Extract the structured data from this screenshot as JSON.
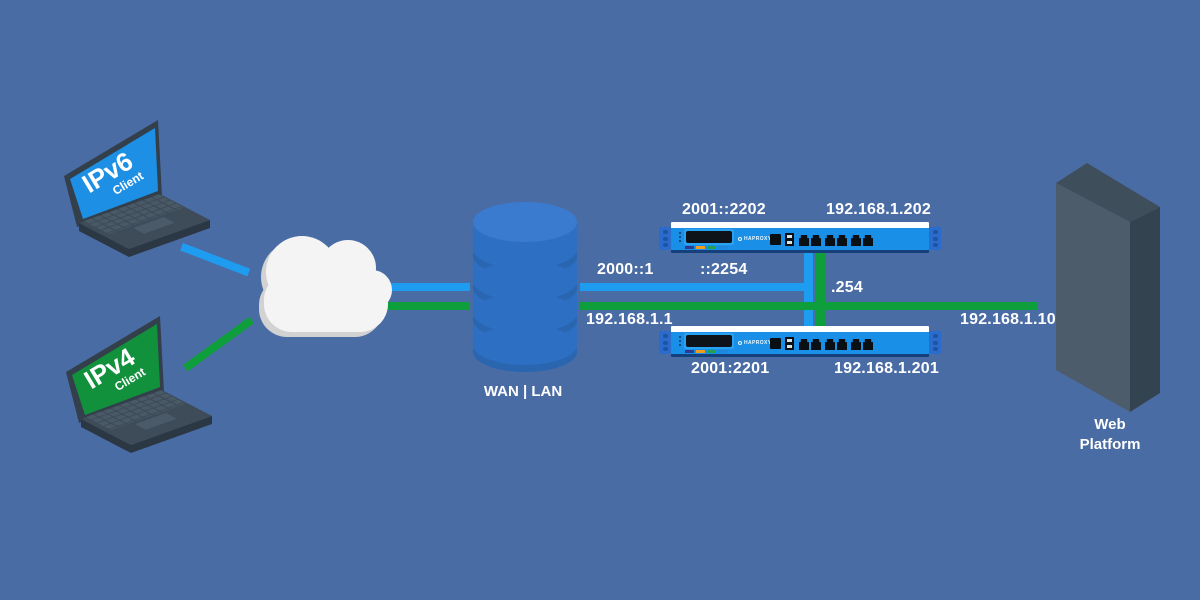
{
  "clients": {
    "ipv6": {
      "name": "IPv6",
      "role": "Client"
    },
    "ipv4": {
      "name": "IPv4",
      "role": "Client"
    }
  },
  "storage": {
    "label": "WAN | LAN"
  },
  "load_balancers": {
    "top": {
      "ipv6_address": "2001::2202",
      "ipv4_address": "192.168.1.202",
      "brand": "HAPROXY"
    },
    "bottom": {
      "ipv6_address": "2001:2201",
      "ipv4_address": "192.168.1.201",
      "brand": "HAPROXY"
    }
  },
  "links": {
    "ipv6_wan_address": "2000::1",
    "ipv6_vip": "::2254",
    "ipv4_lan_address": "192.168.1.1",
    "shared_vip_suffix": ".254",
    "web_server_address": "192.168.1.10"
  },
  "server": {
    "label": "Web Platform"
  },
  "colors": {
    "background": "#4a6ca5",
    "ipv6_link": "#1e9cf0",
    "ipv4_link": "#0f9e3c",
    "appliance_blue": "#1a8fe8",
    "database_blue": "#2d6fc2"
  }
}
